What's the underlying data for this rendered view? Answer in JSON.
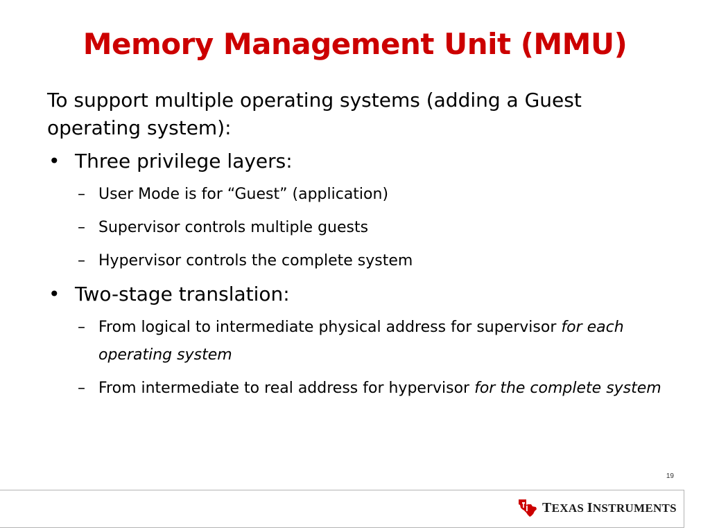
{
  "slide": {
    "title": "Memory Management Unit (MMU)",
    "intro": "To support multiple operating systems (adding a Guest operating system):",
    "bullet_marker": "•",
    "sub_marker": "–",
    "bullets": [
      {
        "text": "Three privilege layers:",
        "subs": [
          {
            "text": "User  Mode is for “Guest” (application)",
            "italic": ""
          },
          {
            "text": "Supervisor controls multiple guests",
            "italic": ""
          },
          {
            "text": "Hypervisor controls the complete system",
            "italic": ""
          }
        ]
      },
      {
        "text": "Two-stage translation:",
        "subs": [
          {
            "text": "From logical to intermediate physical address for supervisor ",
            "italic": "for each operating system"
          },
          {
            "text": "From intermediate to real address for hypervisor ",
            "italic": "for the complete system"
          }
        ]
      }
    ],
    "page_number": "19"
  },
  "footer": {
    "logo_icon": "texas-state-logo-icon",
    "logo_text_T": "T",
    "logo_text_exas": "EXAS ",
    "logo_text_I": "I",
    "logo_text_nstruments": "NSTRUMENTS",
    "logo_color": "#cc0000"
  },
  "colors": {
    "title": "#cc0000",
    "text": "#000000",
    "footer_border": "#b3b3b3"
  }
}
